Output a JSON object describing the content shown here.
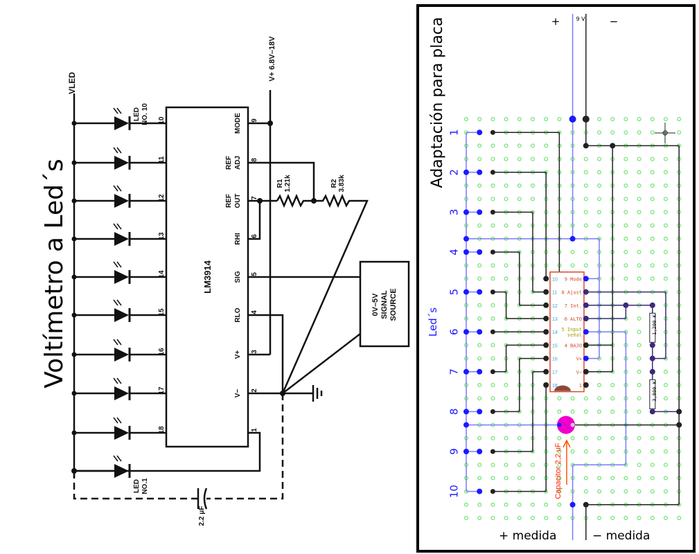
{
  "left": {
    "title": "Voltímetro a Led´s",
    "vled_label": "VLED",
    "vplus_label": "V+ 6.8V–18V",
    "led_top_label": [
      "LED",
      "NO. 10"
    ],
    "led_bottom_label": [
      "LED",
      "NO.1"
    ],
    "ic_name": "LM3914",
    "left_pins": [
      "10",
      "11",
      "12",
      "13",
      "14",
      "15",
      "16",
      "17",
      "18"
    ],
    "right_pins": [
      "9",
      "8",
      "7",
      "6",
      "5",
      "4",
      "3",
      "2",
      "1"
    ],
    "right_pin_labels": [
      [
        "MODE"
      ],
      [
        "REF",
        "ADJ"
      ],
      [
        "REF",
        "OUT"
      ],
      [
        "RHI"
      ],
      [
        "SIG"
      ],
      [
        "RLO"
      ],
      [
        "V+"
      ],
      [
        "V−"
      ],
      [
        ""
      ]
    ],
    "r1": [
      "R1",
      "1.21k"
    ],
    "r2": [
      "R2",
      "3.83k"
    ],
    "source": [
      "0V–5V",
      "SIGNAL",
      "SOURCE"
    ],
    "cap_label": "2.2 μF"
  },
  "right": {
    "title": "Adaptación para placa",
    "leds_label": "Led´s",
    "row_numbers": [
      "1",
      "2",
      "3",
      "4",
      "5",
      "6",
      "7",
      "8",
      "9",
      "10"
    ],
    "supply_plus": "+",
    "supply_label": "9 V",
    "supply_minus": "−",
    "ic_left_pins": [
      "10",
      "11",
      "12",
      "13",
      "14",
      "15",
      "16",
      "17",
      "18"
    ],
    "ic_right_labels": [
      "9 Mode",
      "8 Ajust",
      "7 Int.",
      "6 ALTO",
      "5 Input",
      "4 BAJO",
      "V+",
      "V−",
      "1"
    ],
    "ic_input_sub": "señal",
    "r_top": "1,200 K",
    "r_bottom": "3,800 K",
    "capacitor_label": "Capacitor 2,2 uF",
    "measure_plus": "+ medida",
    "measure_minus": "− medida"
  },
  "colors": {
    "grid": "#6fe36f",
    "blue": "#1a1aff",
    "wire_blue": "#7a7aff",
    "ic_red": "#d94a2a",
    "pin_cyan": "#22aadd",
    "cap": "#ee00cc",
    "arrow": "#ff5500"
  }
}
